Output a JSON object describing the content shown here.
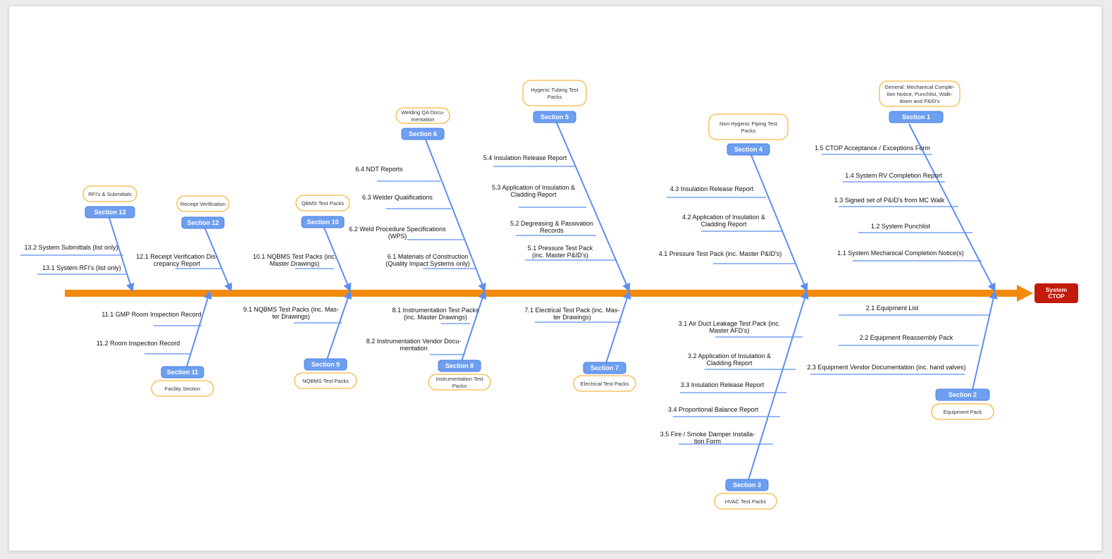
{
  "effect": [
    "System",
    "CTOP"
  ],
  "branches": [
    {
      "id": "s1",
      "section": "Section 1",
      "category": [
        "General: Mechanical Comple-",
        "tion Notice, Punchlist, Walk-",
        "down and P&ID's"
      ],
      "items": [
        [
          "1.5 CTOP Acceptance / Exceptions Form"
        ],
        [
          "1.4 System RV Completion Report"
        ],
        [
          "1.3 Signed set of P&ID's from MC Walk"
        ],
        [
          "1.2 System Punchlist"
        ],
        [
          "1.1 System Mechanical Completion Notice(s)"
        ]
      ]
    },
    {
      "id": "s2",
      "section": "Section 2",
      "category": [
        "Equipment Pack"
      ],
      "items": [
        [
          "2.1 Equipment List"
        ],
        [
          "2.2 Equipment Reassembly Pack"
        ],
        [
          "2.3 Equipment Vendor Documentation (inc. hand valves)"
        ]
      ]
    },
    {
      "id": "s3",
      "section": "Section 3",
      "category": [
        "HVAC Test Packs"
      ],
      "items": [
        [
          "3.1 Air Duct Leakage Test Pack (inc.",
          "Master AFD's)"
        ],
        [
          "3.2 Application of Insulation &",
          "Cladding Report"
        ],
        [
          "3.3 Insulation Release Report"
        ],
        [
          "3.4 Proportional Balance Report"
        ],
        [
          "3.5 Fire / Smoke Damper Installa-",
          "tion Form"
        ]
      ]
    },
    {
      "id": "s4",
      "section": "Section 4",
      "category": [
        "Non-Hygenic Piping Test",
        "Packs"
      ],
      "items": [
        [
          "4.3 Insulation Release Report"
        ],
        [
          "4.2 Application of Insulation &",
          "Cladding Report"
        ],
        [
          "4.1 Pressure Test Pack (inc. Master P&ID's)"
        ]
      ]
    },
    {
      "id": "s5",
      "section": "Section 5",
      "category": [
        "Hygenic Tubing Test",
        "Packs"
      ],
      "items": [
        [
          "5.4 Insulation Release Report"
        ],
        [
          "5.3 Application of Insulation &",
          "Cladding Report"
        ],
        [
          "5.2 Degreasing & Passivation",
          "Records"
        ],
        [
          "5.1 Pressure Test Pack",
          "(inc. Master P&ID's)"
        ]
      ]
    },
    {
      "id": "s6",
      "section": "Section 6",
      "category": [
        "Welding QA Docu-",
        "mentation"
      ],
      "items": [
        [
          "6.4 NDT Reports"
        ],
        [
          "6.3 Welder Qualifications"
        ],
        [
          "6.2 Weld Procedure Specifications",
          "(WPS)"
        ],
        [
          "6.1 Materials of Construction",
          "(Quality Impact Systems only)"
        ]
      ]
    },
    {
      "id": "s7",
      "section": "Section 7",
      "category": [
        "Electrical Test Packs"
      ],
      "items": [
        [
          "7.1 Electrical Test Pack (inc. Mas-",
          "ter Drawings)"
        ]
      ]
    },
    {
      "id": "s8",
      "section": "Section 8",
      "category": [
        "Instrumentation Test",
        "Packs"
      ],
      "items": [
        [
          "8.1 Instrumentation Test Packs",
          "(inc. Master Drawings)"
        ],
        [
          "8.2 Instrumentation Vendor Docu-",
          "mentation"
        ]
      ]
    },
    {
      "id": "s9",
      "section": "Section 9",
      "category": [
        "NQBMS Test Packs"
      ],
      "items": [
        [
          "9.1 NQBMS Test Packs (inc. Mas-",
          "ter Drawings)"
        ]
      ]
    },
    {
      "id": "s10",
      "section": "Section 10",
      "category": [
        "QBMS Test Packs"
      ],
      "items": [
        [
          "10.1 NQBMS Test Packs (inc.",
          "Master Drawings)"
        ]
      ]
    },
    {
      "id": "s11",
      "section": "Section 11",
      "category": [
        "Facility Section"
      ],
      "items": [
        [
          "11.1 GMP Room Inspection Record"
        ],
        [
          "11.2 Room Inspection Record"
        ]
      ]
    },
    {
      "id": "s12",
      "section": "Section 12",
      "category": [
        "Receipt Verification"
      ],
      "items": [
        [
          "12.1 Receipt Verification Dis-",
          "crepancy Report"
        ]
      ]
    },
    {
      "id": "s13",
      "section": "Section 13",
      "category": [
        "RFI's & Submittals"
      ],
      "items": [
        [
          "13.2 System Submittals (list only)"
        ],
        [
          "13.1 System RFI's (list only)"
        ]
      ]
    }
  ]
}
